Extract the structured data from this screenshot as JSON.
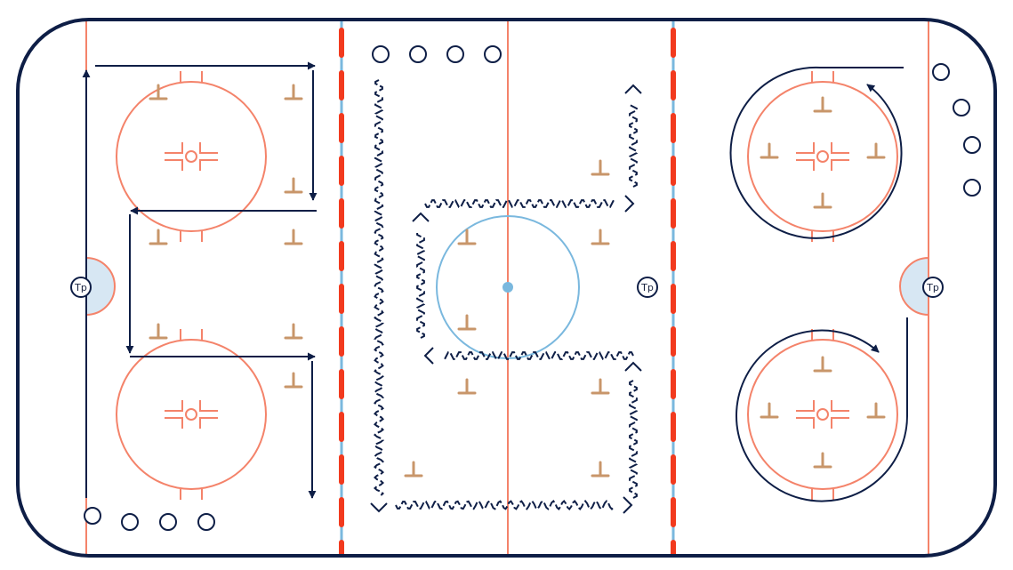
{
  "diagram": {
    "trainer_marker_label": "Tp",
    "colors": {
      "board": "#0e1e46",
      "red_line": "#f4836a",
      "blue_line": "#7ab8de",
      "blue_line_dash": "#f23a1e",
      "crease_fill": "#d7e7f3",
      "cone": "#c8966a",
      "path": "#0e1e46"
    },
    "icons": [
      "cone-icon",
      "player-circle-icon",
      "trainer-marker-icon",
      "skate-path",
      "pass-arrow"
    ]
  }
}
